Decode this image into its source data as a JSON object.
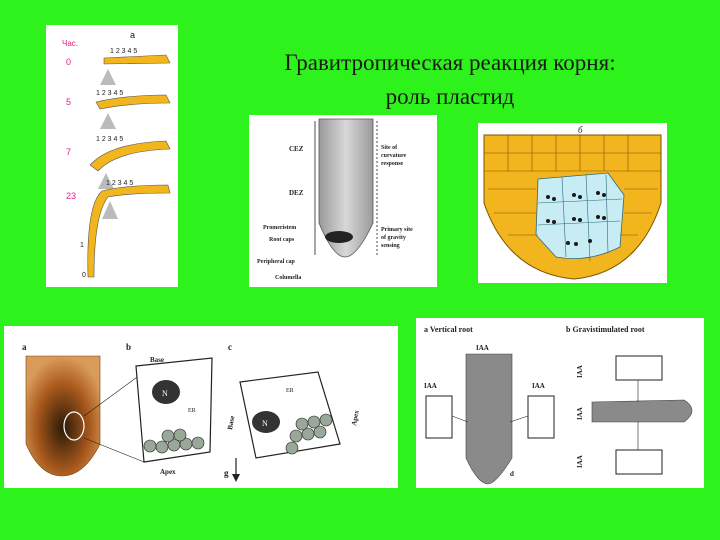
{
  "slide": {
    "title_line1": "Гравитропическая реакция корня:",
    "title_line2": "роль пластид"
  },
  "panel_timecourse": {
    "header_left": "Час.",
    "header_right": "a",
    "times": [
      "0",
      "5",
      "7",
      "23"
    ],
    "marks_row1": "1 2 3 4 5",
    "marks_row2": "1 2 3 4 5",
    "marks_row3": "1 2 3 4 5",
    "marks_row4": "1 2 3 4 5",
    "bottom_marks": [
      "1",
      "0"
    ]
  },
  "panel_root_zones": {
    "zone_cez": "CEZ",
    "zone_dez": "DEZ",
    "zone_promeristem": "Promeristem",
    "zone_rootcaps": "Root caps",
    "zone_peripheral": "Peripheral cap",
    "zone_columella": "Columella",
    "note_curvature": [
      "Site of",
      "curvature",
      "response"
    ],
    "note_gravity": [
      "Primary site",
      "of gravity",
      "sensing"
    ]
  },
  "panel_columella": {
    "label": "б"
  },
  "panel_statocyte": {
    "label_a": "a",
    "label_b": "b",
    "label_c": "c",
    "label_g": "g",
    "base": "Base",
    "apex": "Apex",
    "n": "N",
    "er": "ER"
  },
  "panel_iaa": {
    "title_a": "a  Vertical root",
    "title_b": "b  Gravistimulated root",
    "iaa": "IAA",
    "label_d": "d"
  },
  "colors": {
    "background": "#2ef21b",
    "root_yellow": "#f2b51e",
    "cell_blue": "#c8ecf4",
    "mark_pink": "#e0208a"
  }
}
